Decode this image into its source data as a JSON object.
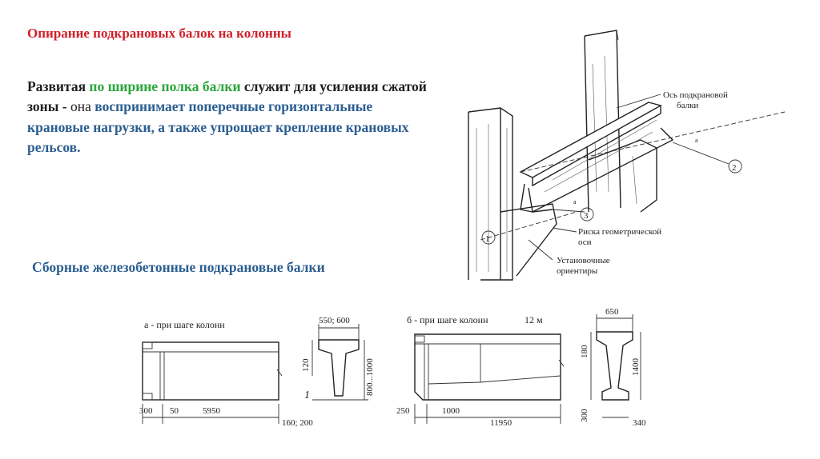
{
  "slide": {
    "title": "Опирание подкрановых балок на колонны",
    "para": {
      "part1": "Развитая ",
      "part2": "по ширине полка балки",
      "part3": " служит для усиления сжатой зоны - ",
      "part4": "она",
      "part5": " воспринимает поперечные горизонтальные крановые нагрузки, а также упрощает крепление крановых рельсов."
    },
    "subtitle": "Сборные железобетонные подкрановые балки"
  },
  "diagram": {
    "labels": {
      "beam_axis": "Ось подкрановой",
      "beam_axis2": "балки",
      "geom_mark": "Риска геометрической",
      "geom_mark2": "оси",
      "install": "Установочные",
      "install2": "ориентиры",
      "a1": "a",
      "a2": "a",
      "n1": "1",
      "n2": "2",
      "n3": "3"
    }
  },
  "drawings": {
    "a_caption": "а - при шаге колонн",
    "b_caption": "б - при шаге колонн",
    "b_step": "12 м",
    "dims": {
      "d300": "300",
      "d50": "50",
      "d5950": "5950",
      "d160": "160; 200",
      "d550": "550; 600",
      "d120": "120",
      "d800": "800...1000",
      "one": "1",
      "d250": "250",
      "d1000": "1000",
      "d11950": "11950",
      "d650": "650",
      "d180": "180",
      "d1400": "1400",
      "d300b": "300",
      "d340": "340"
    }
  }
}
